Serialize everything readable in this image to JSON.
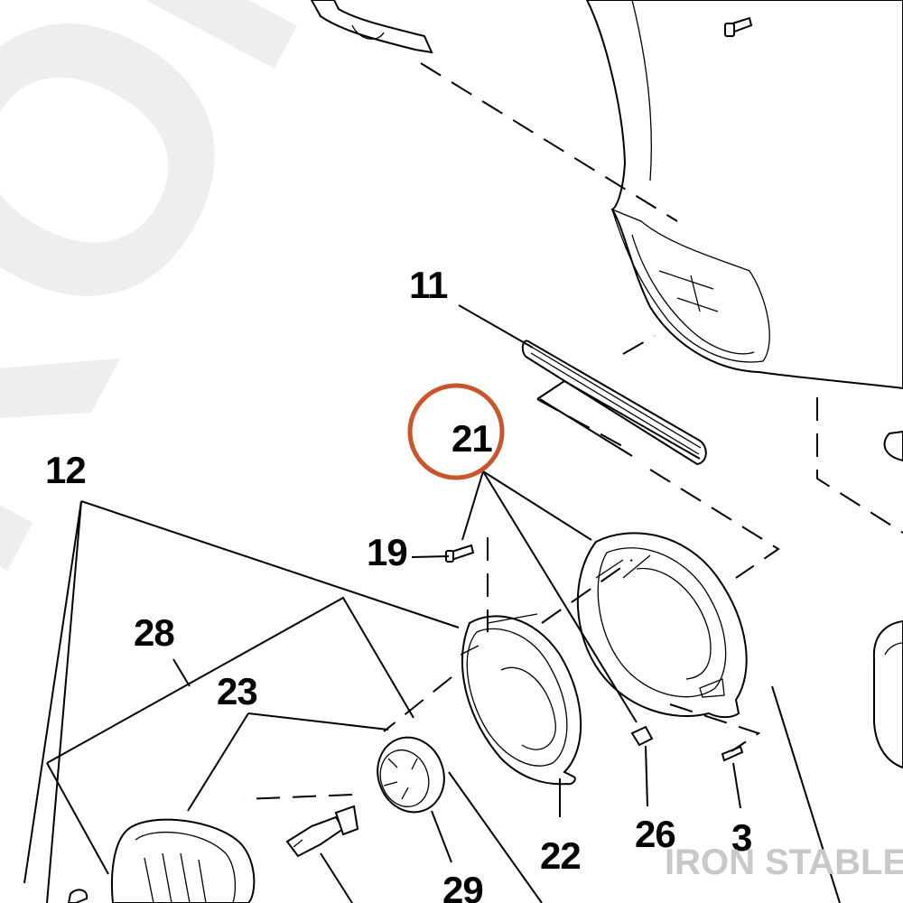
{
  "watermark": {
    "text": "IRON STABLE"
  },
  "brand": {
    "text": "IRON STABLE",
    "color": "#c8c8c8"
  },
  "highlight": {
    "callout": "21",
    "color": "#c9562b"
  },
  "callouts": {
    "c11": "11",
    "c21": "21",
    "c12": "12",
    "c19": "19",
    "c28": "28",
    "c23": "23",
    "c22": "22",
    "c26": "26",
    "c3": "3",
    "c29": "29"
  }
}
